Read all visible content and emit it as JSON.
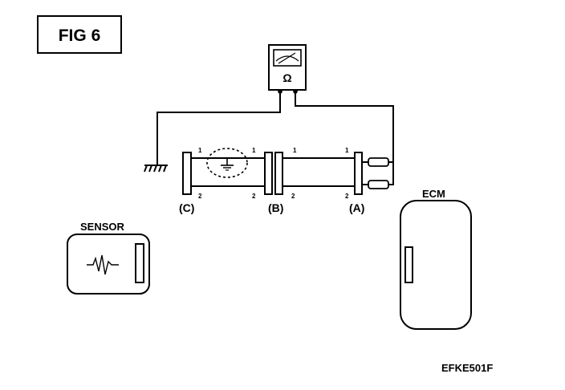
{
  "figure": {
    "title": "FIG 6",
    "code": "EFKE501F"
  },
  "meter": {
    "symbol": "Ω"
  },
  "connectors": {
    "c": {
      "label": "(C)"
    },
    "b": {
      "label": "(B)"
    },
    "a": {
      "label": "(A)"
    }
  },
  "pins": {
    "c_1": "1",
    "c_2": "2",
    "c_right_1": "1",
    "c_right_2": "2",
    "b_1": "1",
    "b_2": "2",
    "a_1": "1",
    "a_2": "2"
  },
  "units": {
    "sensor": "SENSOR",
    "ecm": "ECM"
  },
  "colors": {
    "ink": "#000000",
    "paper": "#ffffff",
    "fault_circle": "#000000"
  }
}
